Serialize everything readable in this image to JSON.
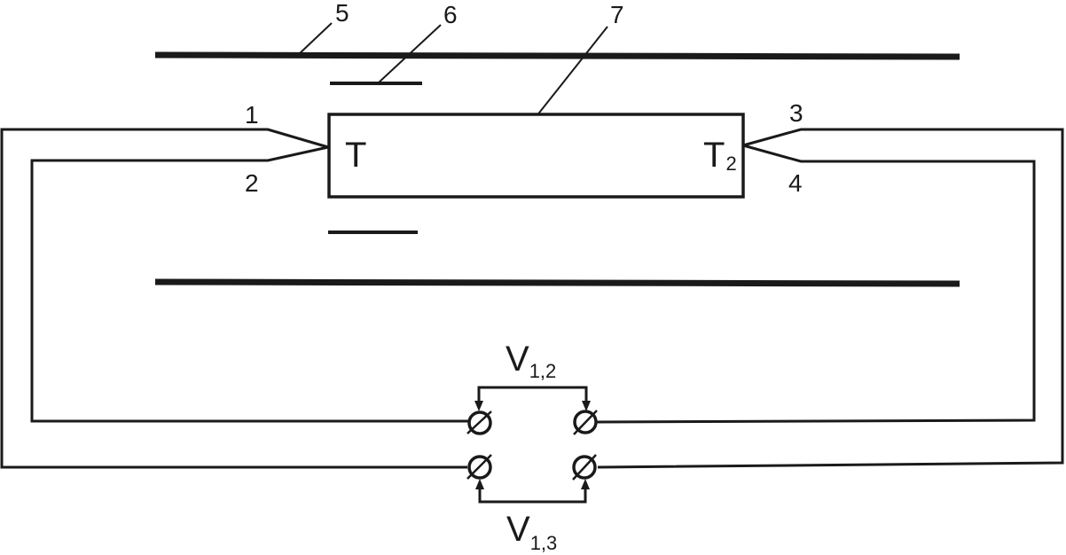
{
  "labels": {
    "n1": "1",
    "n2": "2",
    "n3": "3",
    "n4": "4",
    "n5": "5",
    "n6": "6",
    "n7": "7",
    "t_left": "T",
    "t_right": "T",
    "t_right_sub": "2",
    "v12_main": "V",
    "v12_sub": "1,2",
    "v13_main": "V",
    "v13_sub": "1,3"
  }
}
